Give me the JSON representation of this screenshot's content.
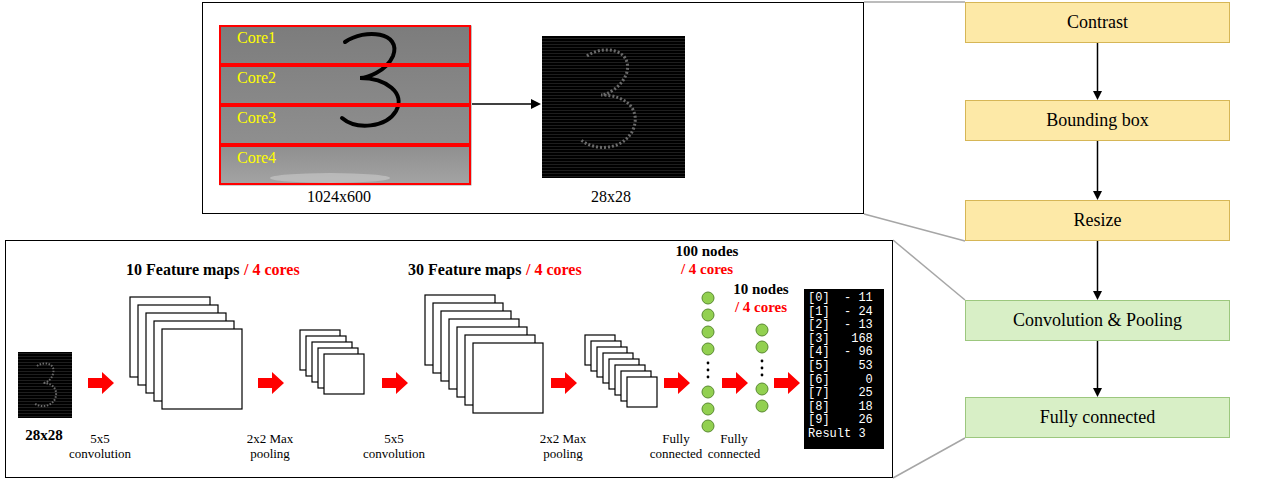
{
  "diagram": {
    "nodes": [
      {
        "text": [
          "1024x600",
          "28x28"
        ]
      },
      {
        "text": [
          "Core1"
        ],
        "in": 0
      },
      {
        "text": [
          "Core2"
        ],
        "in": 0
      },
      {
        "text": [
          "Core3"
        ],
        "in": 0
      },
      {
        "text": [
          "Core4"
        ],
        "in": 0
      },
      {
        "text": [
          "Contrast"
        ]
      },
      {
        "text": [
          "Bounding box"
        ]
      },
      {
        "text": [
          "Resize"
        ]
      },
      {
        "text": [
          "Convolution & Pooling"
        ]
      },
      {
        "text": [
          "Fully connected"
        ]
      },
      {
        "text": [
          "28x28",
          "5x5 convolution",
          "10 Feature maps",
          "/ 4 cores",
          "2x2 Max pooling",
          "30 Feature maps",
          "/ 4 cores",
          "5x5 convolution",
          "2x2 Max pooling",
          "100 nodes",
          "/ 4 cores",
          "10 nodes",
          "/ 4 cores",
          "Fully connected",
          "Fully connected"
        ]
      },
      {
        "text": [
          "[0]  - 11",
          "[1]  - 24",
          "[2]  - 13",
          "[3]   168",
          "[4]  - 96",
          "[5]    53",
          "[6]     0",
          "[7]    25",
          "[8]    18",
          "[9]    26",
          "Result 3"
        ],
        "in": 10
      }
    ],
    "edges": [
      {
        "from": 5,
        "to": 6,
        "arrow": "to"
      },
      {
        "from": 6,
        "to": 7,
        "arrow": "to"
      },
      {
        "from": 7,
        "to": 8,
        "arrow": "to"
      },
      {
        "from": 8,
        "to": 9,
        "arrow": "to"
      },
      {
        "from": 0,
        "to": 5,
        "arrow": "none"
      },
      {
        "from": 0,
        "to": 7,
        "arrow": "none"
      },
      {
        "from": 10,
        "to": 8,
        "arrow": "none"
      },
      {
        "from": 10,
        "to": 9,
        "arrow": "none"
      }
    ]
  }
}
